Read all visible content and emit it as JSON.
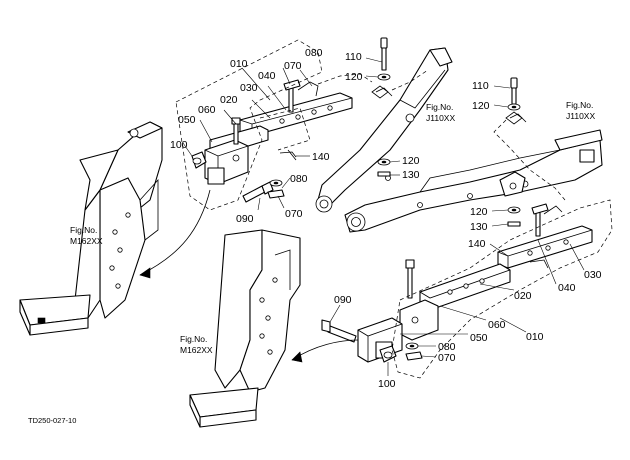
{
  "figure_refs": {
    "m162_upper": [
      "Fig.No.",
      "M162XX"
    ],
    "m162_lower": [
      "Fig.No.",
      "M162XX"
    ],
    "j110_left": [
      "Fig.No.",
      "J110XX"
    ],
    "j110_right": [
      "Fig.No.",
      "J110XX"
    ]
  },
  "callouts": {
    "upper_010": "010",
    "upper_080_top": "080",
    "upper_070_top": "070",
    "upper_040": "040",
    "upper_030": "030",
    "upper_020": "020",
    "upper_060": "060",
    "upper_050": "050",
    "upper_100": "100",
    "upper_140": "140",
    "upper_080": "080",
    "upper_090": "090",
    "upper_070": "070",
    "arm_110_left": "110",
    "arm_120_left": "120",
    "arm_120_mid": "120",
    "arm_130_mid": "130",
    "arm_110_right": "110",
    "arm_120_right": "120",
    "arm_120_low": "120",
    "arm_130_low": "130",
    "lower_140": "140",
    "lower_030": "030",
    "lower_040": "040",
    "lower_020": "020",
    "lower_060": "060",
    "lower_050": "050",
    "lower_010": "010",
    "lower_090": "090",
    "lower_080": "080",
    "lower_070": "070",
    "lower_100": "100"
  },
  "drawing_code": "TD250-027-10"
}
